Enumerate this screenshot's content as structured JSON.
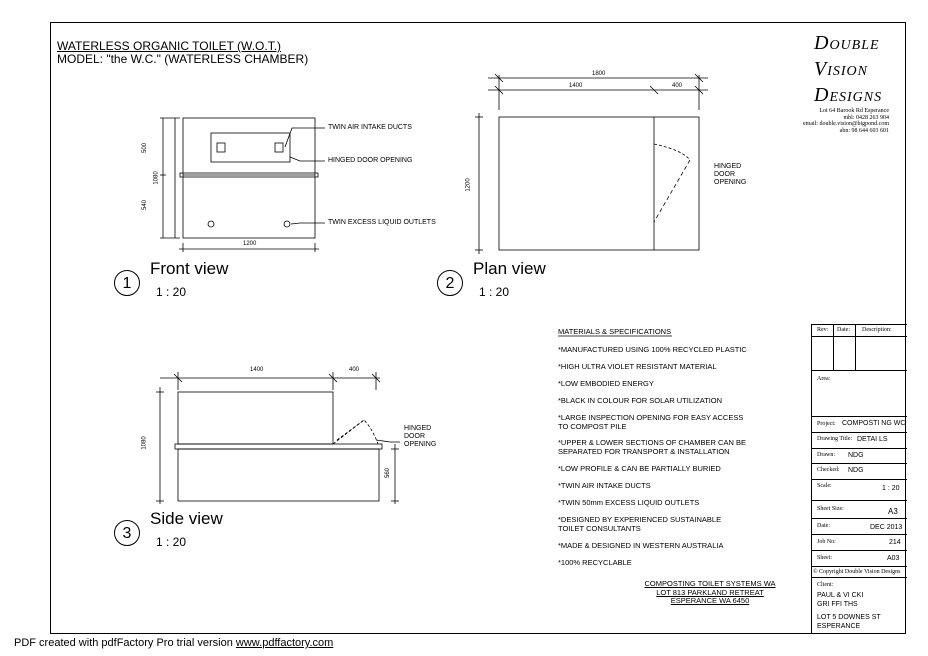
{
  "title": {
    "line1": "WATERLESS ORGANIC TOILET (W.O.T.)",
    "line2": "MODEL: \"the W.C.\" (WATERLESS CHAMBER)"
  },
  "brand": {
    "line1": "Double",
    "line2": "Vision",
    "line3": "Designs",
    "contact": [
      "Lot 64 Barook Rd Esperance",
      "mbl: 0428 263 904",
      "email: double.vision@bigpond.com",
      "abn: 98 644 603 601"
    ]
  },
  "front_view": {
    "number": "1",
    "label": "Front view",
    "scale": "1 : 20",
    "dims": {
      "width": "1200",
      "top": "500",
      "bottom": "540",
      "total": "1080"
    },
    "notes": [
      "TWIN AIR INTAKE DUCTS",
      "HINGED DOOR OPENING",
      "TWIN EXCESS LIQUID OUTLETS"
    ]
  },
  "plan_view": {
    "number": "2",
    "label": "Plan view",
    "scale": "1 : 20",
    "dims": {
      "total": "1800",
      "left": "1400",
      "right": "400",
      "depth": "1200"
    },
    "note": [
      "HINGED",
      "DOOR",
      "OPENING"
    ]
  },
  "side_view": {
    "number": "3",
    "label": "Side view",
    "scale": "1 : 20",
    "dims": {
      "left": "1400",
      "right": "400",
      "height": "1080",
      "lower": "560"
    },
    "note": [
      "HINGED",
      "DOOR",
      "OPENING"
    ]
  },
  "specs": {
    "heading": "MATERIALS & SPECIFICATIONS",
    "items": [
      "*MANUFACTURED USING 100% RECYCLED PLASTIC",
      "*HIGH ULTRA VIOLET RESISTANT MATERIAL",
      "*LOW EMBODIED ENERGY",
      "*BLACK IN COLOUR FOR SOLAR UTILIZATION",
      "*LARGE INSPECTION OPENING FOR EASY ACCESS\nTO COMPOST PILE",
      "*UPPER & LOWER SECTIONS OF CHAMBER CAN BE\nSEPARATED FOR TRANSPORT & INSTALLATION",
      "*LOW PROFILE & CAN BE PARTIALLY BURIED",
      "*TWIN AIR INTAKE DUCTS",
      "*TWIN 50mm EXCESS LIQUID OUTLETS",
      "*DESIGNED BY EXPERIENCED SUSTAINABLE\nTOILET CONSULTANTS",
      "*MADE & DESIGNED IN WESTERN AUSTRALIA",
      "*100% RECYCLABLE"
    ]
  },
  "project_address": [
    "COMPOSTING TOILET SYSTEMS WA",
    "LOT 813 PARKLAND RETREAT",
    "ESPERANCE WA 6450"
  ],
  "title_block": {
    "rev": "Rev:",
    "date": "Date:",
    "description": "Description:",
    "area": "Area:",
    "project_label": "Project:",
    "project": "COMPOSTI NG WC",
    "drawing_title_label": "Drawing Title:",
    "drawing_title": "DETAI LS",
    "drawn_label": "Drawn:",
    "drawn": "NDG",
    "checked_label": "Checked:",
    "checked": "NDG",
    "scale_label": "Scale:",
    "scale": "1 : 20",
    "sheet_size_label": "Sheet Size:",
    "sheet_size": "A3",
    "date_label": "Date:",
    "date_value": "DEC 2013",
    "job_label": "Job No:",
    "job": "214",
    "sheet_label": "Sheet:",
    "sheet": "A03",
    "copyright": "© Copyright Double Vision Designs",
    "client_label": "Client:",
    "client": [
      "PAUL & VI CKI",
      "GRI FFI THS",
      "LOT 5 DOWNES ST",
      "ESPERANCE"
    ]
  },
  "footer": {
    "text": "PDF created with pdfFactory Pro trial version ",
    "link": "www.pdffactory.com"
  }
}
